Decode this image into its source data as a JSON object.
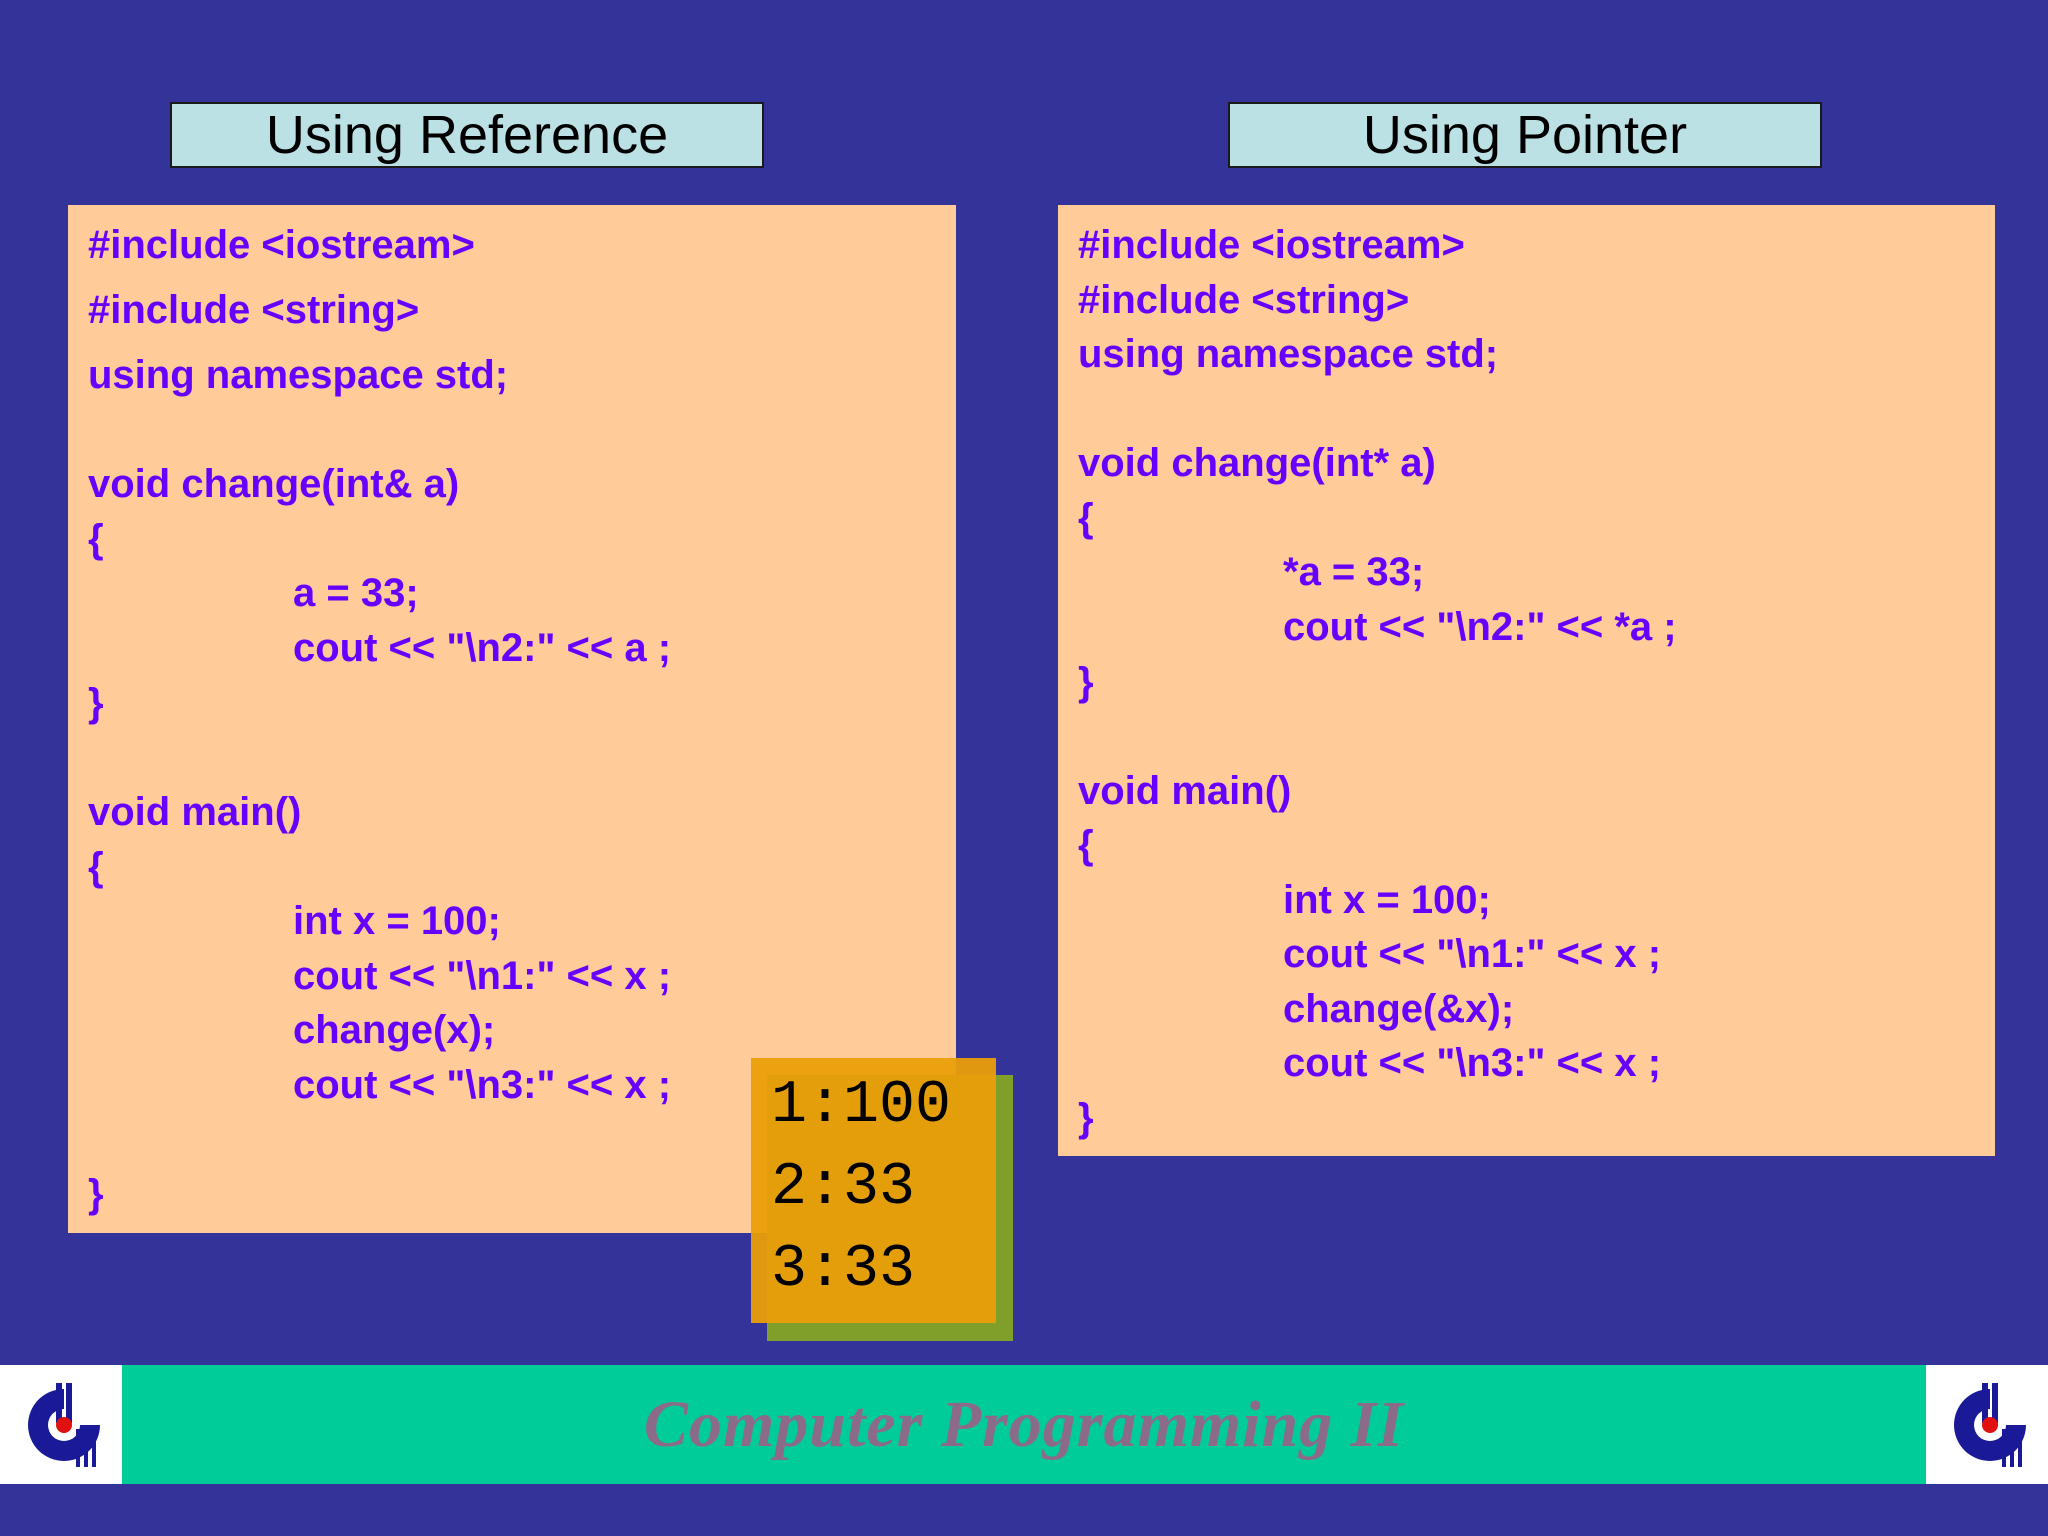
{
  "titles": {
    "left": "Using Reference",
    "right": "Using Pointer"
  },
  "left_code": [
    "#include <iostream>",
    "#include <string>",
    "using namespace std;",
    "void change(int& a)",
    "{",
    "a = 33;",
    "cout << \"\\n2:\" << a ;",
    "}",
    "void main()",
    "{",
    "int x = 100;",
    "cout << \"\\n1:\" << x ;",
    "change(x);",
    "cout << \"\\n3:\" << x ;",
    "}"
  ],
  "right_code": [
    "#include <iostream>",
    "#include <string>",
    "using namespace std;",
    "void change(int* a)",
    "{",
    "*a = 33;",
    "cout << \"\\n2:\" << *a ;",
    "}",
    "void main()",
    "{",
    "int x = 100;",
    "cout << \"\\n1:\" << x ;",
    "change(&x);",
    "cout << \"\\n3:\" << x ;",
    "}"
  ],
  "output": [
    "1:100",
    "2:33",
    "3:33"
  ],
  "footer": {
    "title": "Computer Programming II"
  },
  "colors": {
    "background": "#333399",
    "code_panel": "#ffcc99",
    "code_text": "#6600ff",
    "title_box": "#bce1e4",
    "output_box": "#ea9e08",
    "footer_bar": "#00cc99",
    "footer_text": "#8c6a8a"
  },
  "icons": {
    "logo": "university-logo-icon"
  }
}
